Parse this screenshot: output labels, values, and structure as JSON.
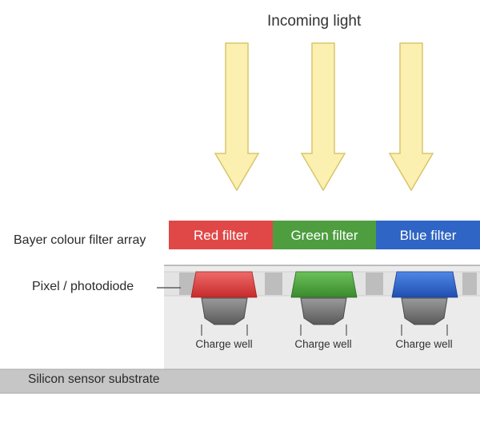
{
  "diagram": {
    "title": "Incoming light",
    "labels": {
      "filter_array": "Bayer colour filter array",
      "pixel": "Pixel / photodiode",
      "substrate": "Silicon sensor substrate"
    },
    "filters": [
      {
        "label": "Red filter",
        "color": "#e04848"
      },
      {
        "label": "Green filter",
        "color": "#4e9e40"
      },
      {
        "label": "Blue filter",
        "color": "#2f65c4"
      }
    ],
    "wells": [
      {
        "label": "Charge well"
      },
      {
        "label": "Charge well"
      },
      {
        "label": "Charge well"
      }
    ],
    "colors": {
      "arrow_fill": "#fbf0b0",
      "arrow_stroke": "#d9c56a",
      "pixel_bar": "#e3e3e3",
      "pixel_block": "#bdbdbd",
      "photodiode_body": "#6a6a6a",
      "substrate": "#c6c6c6",
      "sensor_body": "#ebebeb"
    }
  }
}
